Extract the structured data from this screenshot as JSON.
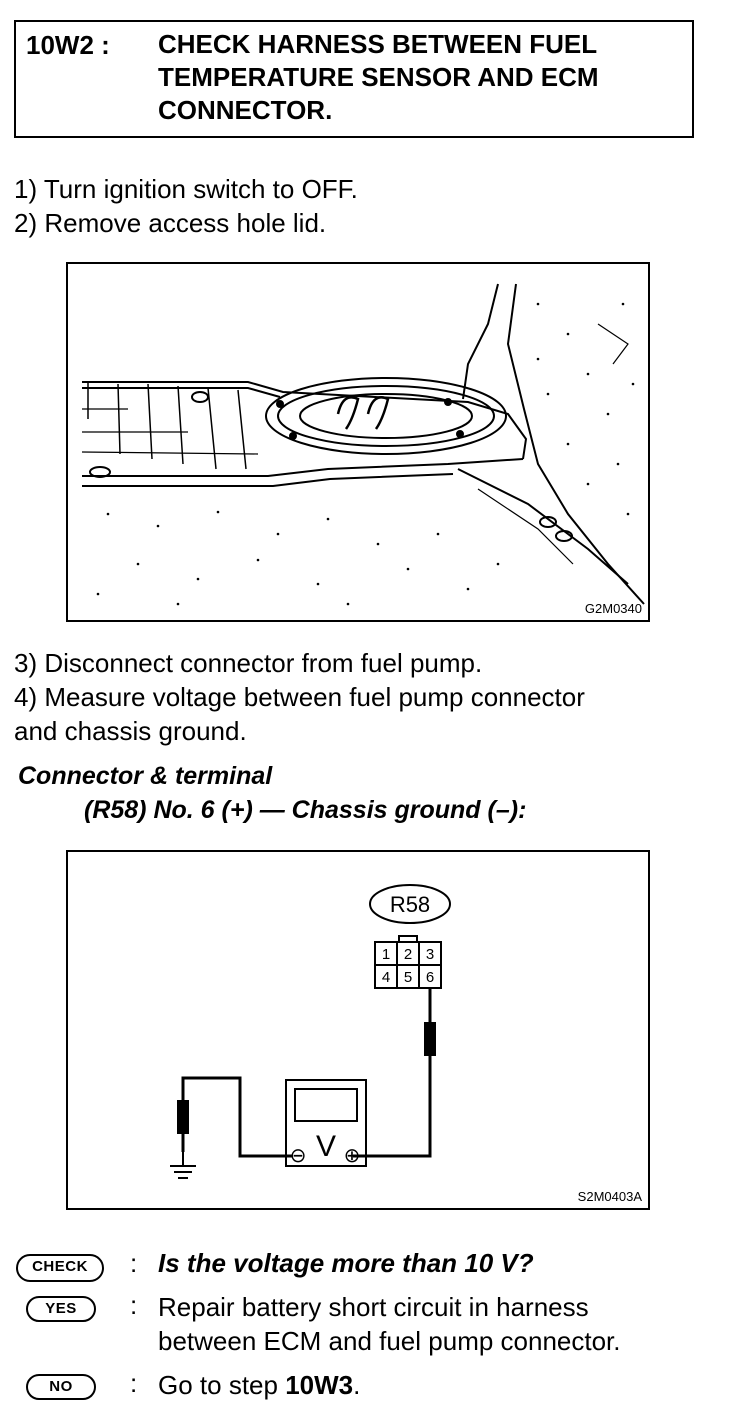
{
  "header": {
    "step_code": "10W2 :",
    "title": "CHECK HARNESS BETWEEN FUEL TEMPERATURE SENSOR AND ECM CONNECTOR."
  },
  "steps_a": {
    "s1": "1)  Turn ignition switch to OFF.",
    "s2": "2)  Remove access hole lid."
  },
  "figure1": {
    "code": "G2M0340"
  },
  "steps_b": {
    "s3": "3)  Disconnect connector from fuel pump.",
    "s4_line1": "4)  Measure voltage between fuel pump connector",
    "s4_line2": "and chassis ground."
  },
  "spec": {
    "line1": "Connector & terminal",
    "line2": "(R58) No. 6 (+) — Chassis ground (–):"
  },
  "figure2": {
    "code": "S2M0403A",
    "connector_label": "R58",
    "pins": [
      "1",
      "2",
      "3",
      "4",
      "5",
      "6"
    ],
    "meter_letter": "V",
    "minus": "⊖",
    "plus": "⊕"
  },
  "qa": {
    "check_label": "CHECK",
    "check_text": "Is the voltage more than 10 V?",
    "yes_label": "YES",
    "yes_text_line1": "Repair  battery  short  circuit  in  harness",
    "yes_text_line2": "between ECM and fuel pump connector.",
    "no_label": "NO",
    "no_text_prefix": "Go to step ",
    "no_text_step": "10W3",
    "no_text_suffix": ".",
    "colon": ":"
  }
}
